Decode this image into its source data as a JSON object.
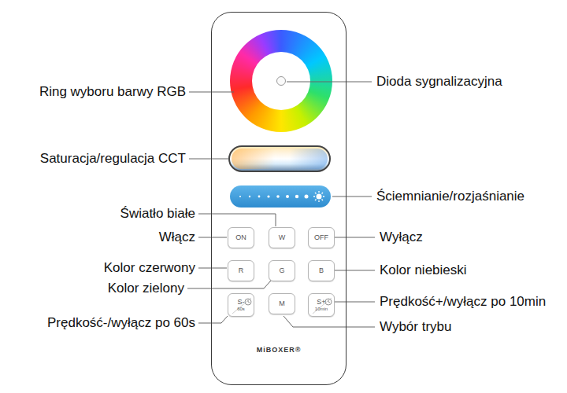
{
  "diagram": {
    "nodes": [
      {
        "text": [
          "MiBOXER®"
        ]
      },
      {
        "text": [
          "ON"
        ],
        "in": 0
      },
      {
        "text": [
          "W"
        ],
        "in": 0
      },
      {
        "text": [
          "OFF"
        ],
        "in": 0
      },
      {
        "text": [
          "R"
        ],
        "in": 0
      },
      {
        "text": [
          "G"
        ],
        "in": 0
      },
      {
        "text": [
          "B"
        ],
        "in": 0
      },
      {
        "text": [
          "S-",
          "60s"
        ],
        "in": 0
      },
      {
        "text": [
          "M"
        ],
        "in": 0
      },
      {
        "text": [
          "S+",
          "10min"
        ],
        "in": 0
      }
    ],
    "labels": [
      "Ring wyboru barwy RGB",
      "Dioda sygnalizacyjna",
      "Saturacja/regulacja CCT",
      "Ściemnianie/rozjaśnianie",
      "Światło białe",
      "Włącz",
      "Wyłącz",
      "Kolor czerwony",
      "Kolor niebieski",
      "Kolor zielony",
      "Prędkość+/wyłącz po 10min",
      "Prędkość-/wyłącz po 60s",
      "Wybór trybu"
    ]
  }
}
